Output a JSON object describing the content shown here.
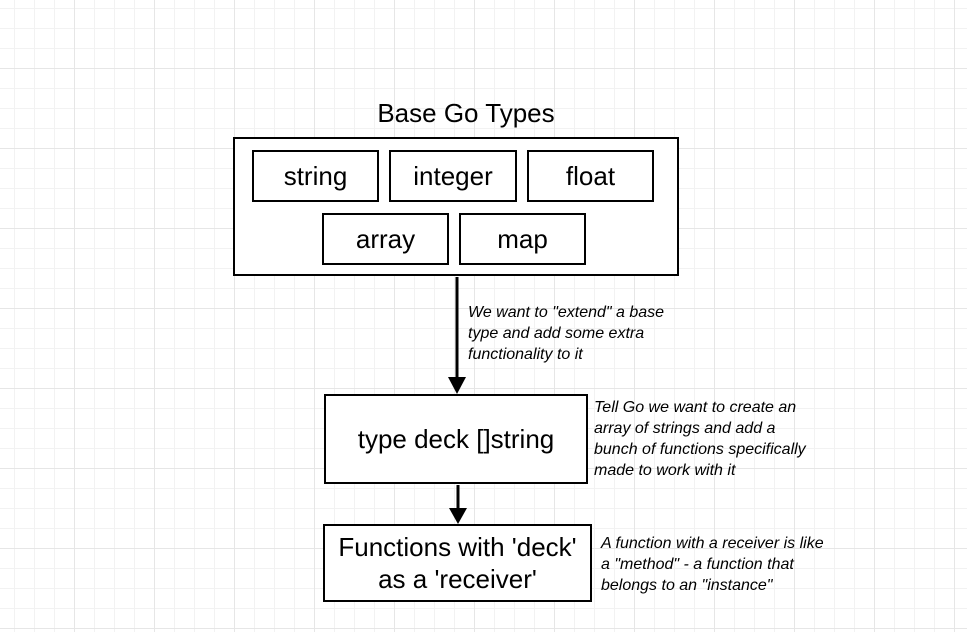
{
  "title": "Base Go Types",
  "base_types": [
    "string",
    "integer",
    "float",
    "array",
    "map"
  ],
  "type_box": "type deck []string",
  "functions_box": "Functions with 'deck'\nas a 'receiver'",
  "notes": {
    "extend": "We want to \"extend\" a base\ntype and add some extra\nfunctionality to it",
    "tell_go": "Tell Go we want to create an\narray of strings and add a\nbunch of functions specifically\nmade to work with it",
    "receiver": "A function with a receiver is like\na \"method\" - a function that\nbelongs to an \"instance\""
  },
  "colors": {
    "stroke": "#000000",
    "fill": "#ffffff",
    "grid": "#e6e6e6"
  }
}
